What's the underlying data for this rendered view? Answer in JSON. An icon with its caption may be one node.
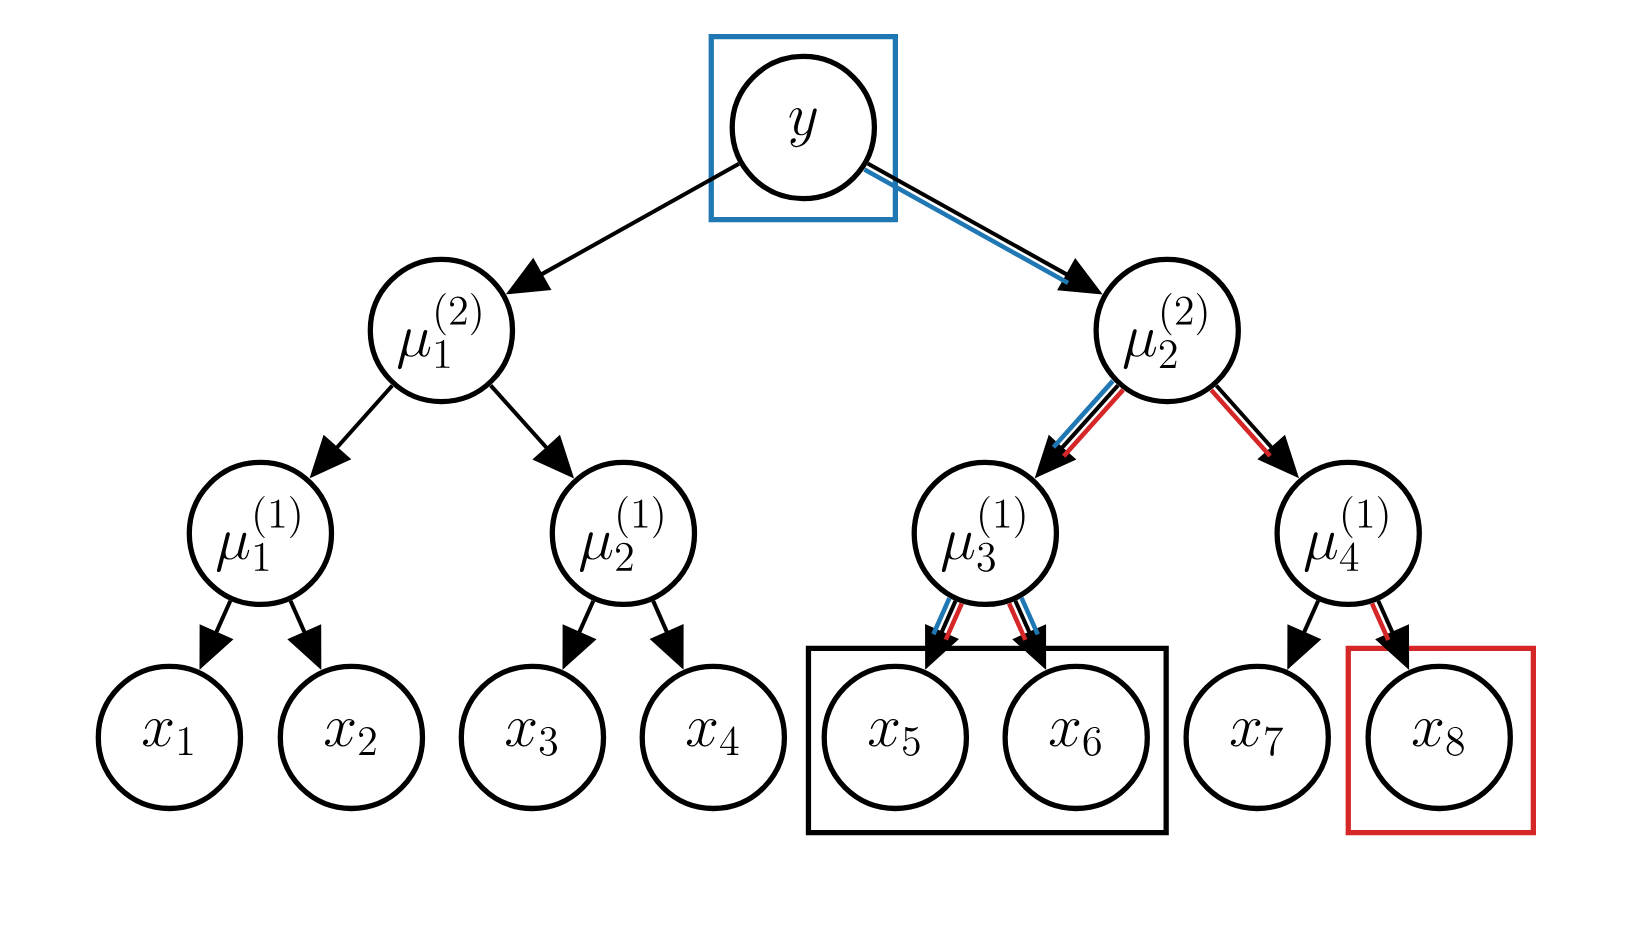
{
  "diagram": {
    "nodes": [
      {
        "text": [],
        "shape": "box"
      },
      {
        "text": [
          "y"
        ],
        "in": 0
      },
      {
        "text": [
          "\\mu_1^{(2)}"
        ]
      },
      {
        "text": [
          "\\mu_2^{(2)}"
        ]
      },
      {
        "text": [
          "\\mu_1^{(1)}"
        ]
      },
      {
        "text": [
          "\\mu_2^{(1)}"
        ]
      },
      {
        "text": [
          "\\mu_3^{(1)}"
        ]
      },
      {
        "text": [
          "\\mu_4^{(1)}"
        ]
      },
      {
        "text": [
          "x_1"
        ]
      },
      {
        "text": [
          "x_2"
        ]
      },
      {
        "text": [
          "x_3"
        ]
      },
      {
        "text": [
          "x_4"
        ]
      },
      {
        "text": [],
        "shape": "box"
      },
      {
        "text": [
          "x_5"
        ],
        "in": 12
      },
      {
        "text": [
          "x_6"
        ],
        "in": 12
      },
      {
        "text": [
          "x_7"
        ]
      },
      {
        "text": [],
        "shape": "box"
      },
      {
        "text": [
          "x_8"
        ],
        "in": 16
      }
    ],
    "edges": [
      {
        "from": 1,
        "to": 2,
        "arrow": "to"
      },
      {
        "from": 1,
        "to": 3,
        "arrow": "to"
      },
      {
        "from": 2,
        "to": 4,
        "arrow": "to"
      },
      {
        "from": 2,
        "to": 5,
        "arrow": "to"
      },
      {
        "from": 3,
        "to": 6,
        "arrow": "to"
      },
      {
        "from": 3,
        "to": 7,
        "arrow": "to"
      },
      {
        "from": 4,
        "to": 8,
        "arrow": "to"
      },
      {
        "from": 4,
        "to": 9,
        "arrow": "to"
      },
      {
        "from": 5,
        "to": 10,
        "arrow": "to"
      },
      {
        "from": 5,
        "to": 11,
        "arrow": "to"
      },
      {
        "from": 6,
        "to": 13,
        "arrow": "to"
      },
      {
        "from": 6,
        "to": 14,
        "arrow": "to"
      },
      {
        "from": 7,
        "to": 15,
        "arrow": "to"
      },
      {
        "from": 7,
        "to": 17,
        "arrow": "to"
      },
      {
        "from": 1,
        "to": 3,
        "arrow": "none",
        "color": "#1f77b4"
      },
      {
        "from": 3,
        "to": 6,
        "arrow": "none",
        "color": "#1f77b4"
      },
      {
        "from": 3,
        "to": 6,
        "arrow": "none",
        "color": "#d62728"
      },
      {
        "from": 3,
        "to": 7,
        "arrow": "none",
        "color": "#d62728"
      },
      {
        "from": 6,
        "to": 13,
        "arrow": "none",
        "color": "#1f77b4"
      },
      {
        "from": 6,
        "to": 13,
        "arrow": "none",
        "color": "#d62728"
      },
      {
        "from": 6,
        "to": 14,
        "arrow": "none",
        "color": "#d62728"
      },
      {
        "from": 6,
        "to": 14,
        "arrow": "none",
        "color": "#1f77b4"
      },
      {
        "from": 7,
        "to": 17,
        "arrow": "none",
        "color": "#d62728"
      }
    ]
  }
}
